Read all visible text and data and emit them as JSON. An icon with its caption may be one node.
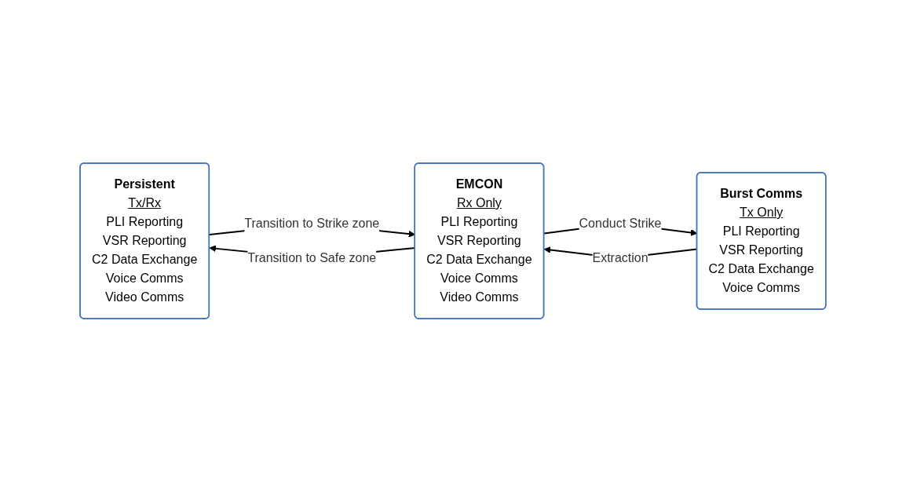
{
  "diagram": {
    "nodes": [
      {
        "text": [
          "Persistent",
          "Tx/Rx",
          "PLI Reporting",
          "VSR Reporting",
          "C2 Data Exchange",
          "Voice Comms",
          "Video Comms"
        ]
      },
      {
        "text": [
          "EMCON",
          "Rx Only",
          "PLI Reporting",
          "VSR Reporting",
          "C2 Data Exchange",
          "Voice Comms",
          "Video Comms"
        ]
      },
      {
        "text": [
          "Burst Comms",
          "Tx Only",
          "PLI Reporting",
          "VSR Reporting",
          "C2 Data Exchange",
          "Voice Comms"
        ]
      }
    ],
    "edges": [
      {
        "from": 0,
        "to": 1,
        "arrow": "to",
        "label": "Transition to Strike zone"
      },
      {
        "from": 1,
        "to": 2,
        "arrow": "to",
        "label": "Conduct Strike"
      },
      {
        "from": 2,
        "to": 1,
        "arrow": "to",
        "label": "Extraction"
      },
      {
        "from": 1,
        "to": 0,
        "arrow": "to",
        "label": "Transition to Safe zone"
      }
    ]
  }
}
